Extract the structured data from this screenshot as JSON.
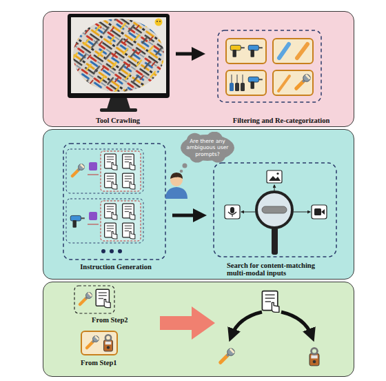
{
  "diagram": {
    "nodes": [
      {
        "text": [
          "Tool Crawling",
          "Filtering and Re-categorization"
        ]
      },
      {
        "text": [
          "Instruction Generation",
          "Search for content-matching multi-modal inputs"
        ]
      },
      {
        "text": [
          "Are there any ambiguous user prompts?"
        ],
        "in": 1
      },
      {
        "text": [
          "From Step2",
          "From Step1"
        ]
      }
    ]
  }
}
